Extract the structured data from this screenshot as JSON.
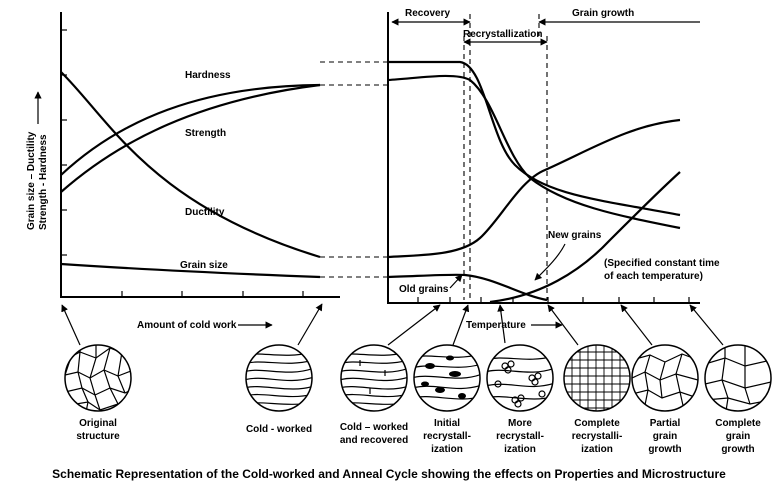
{
  "left_panel": {
    "y_axis_label_1": "Grain size – Ductility",
    "y_axis_label_2": "Strength - Hardness",
    "x_axis_label": "Amount of cold work",
    "curve_labels": {
      "hardness": "Hardness",
      "strength": "Strength",
      "ductility": "Ductility",
      "grain_size": "Grain size"
    }
  },
  "right_panel": {
    "stage_recovery": "Recovery",
    "stage_recrystallization": "Recrystallization",
    "stage_grain_growth": "Grain growth",
    "x_axis_label": "Temperature",
    "new_grains": "New grains",
    "old_grains": "Old grains",
    "note_line1": "(Specified constant time",
    "note_line2": "of each temperature)"
  },
  "micro": [
    {
      "line1": "Original",
      "line2": "structure",
      "line3": ""
    },
    {
      "line1": "Cold - worked",
      "line2": "",
      "line3": ""
    },
    {
      "line1": "Cold – worked",
      "line2": "and recovered",
      "line3": ""
    },
    {
      "line1": "Initial",
      "line2": "recrystall-",
      "line3": "ization"
    },
    {
      "line1": "More",
      "line2": "recrystall-",
      "line3": "ization"
    },
    {
      "line1": "Complete",
      "line2": "recrystalli-",
      "line3": "ization"
    },
    {
      "line1": "Partial",
      "line2": "grain",
      "line3": "growth"
    },
    {
      "line1": "Complete",
      "line2": "grain",
      "line3": "growth"
    }
  ],
  "caption": "Schematic Representation of the Cold-worked and Anneal Cycle showing the effects on Properties and Microstructure"
}
